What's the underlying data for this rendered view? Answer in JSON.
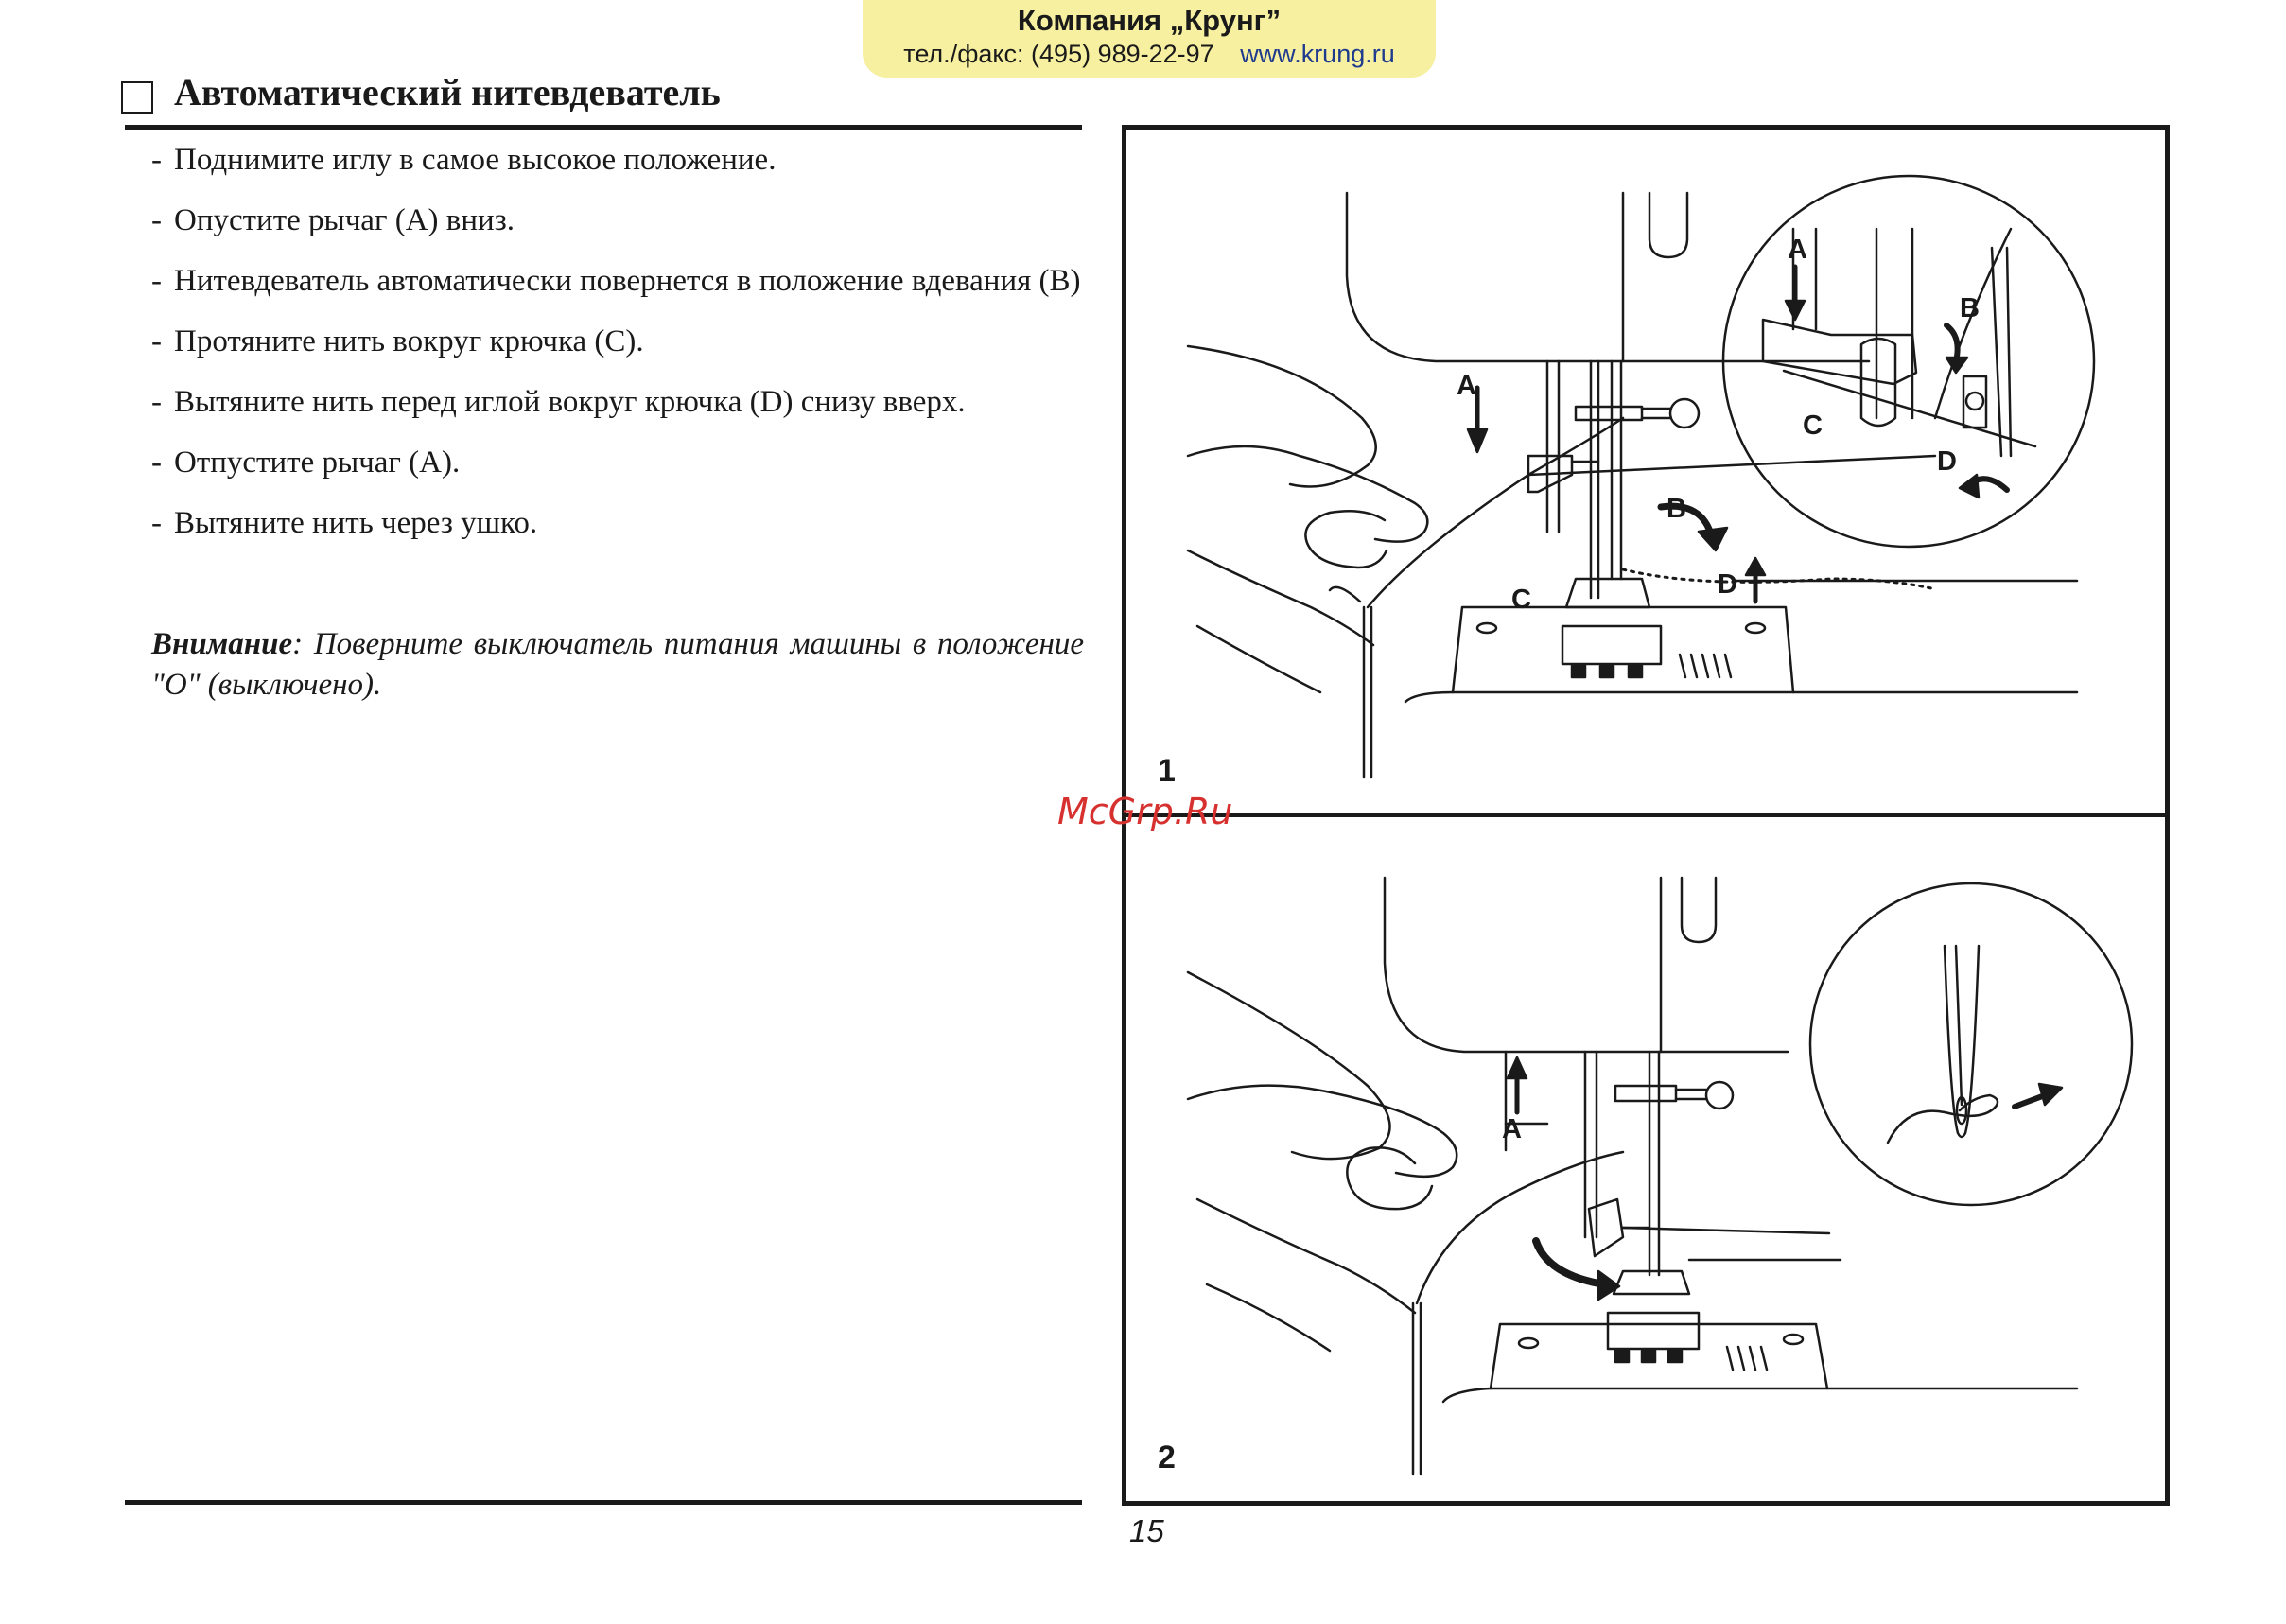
{
  "header": {
    "company": "Компания „Крунг”",
    "phone": "тел./факс: (495) 989-22-97",
    "website": "www.krung.ru",
    "background_color": "#f6f0a0",
    "link_color": "#1f3b8e"
  },
  "section": {
    "title": "Автоматический нитевдеватель"
  },
  "steps": [
    "Поднимите иглу в самое высокое положение.",
    "Опустите рычаг (А) вниз.",
    "Нитевдеватель автоматически повернется в положение вдевания (В)",
    "Протяните нить вокруг крючка (С).",
    "Вытяните нить перед иглой вокруг крючка (D) снизу вверх.",
    "Отпустите рычаг (А).",
    "Вытяните нить через ушко."
  ],
  "step_dash": "-",
  "note": {
    "label": "Внимание",
    "text": ": Поверните выключатель питания машины в положение \"O\" (выключено)."
  },
  "figures": {
    "panel1": {
      "number": "1",
      "labels": {
        "a": "A",
        "b": "B",
        "c": "C",
        "d": "D"
      },
      "detail_labels": {
        "a": "A",
        "b": "B",
        "c": "C",
        "d": "D"
      }
    },
    "panel2": {
      "number": "2",
      "labels": {
        "a": "A"
      }
    }
  },
  "watermark": "McGrp.Ru",
  "page_number": "15"
}
